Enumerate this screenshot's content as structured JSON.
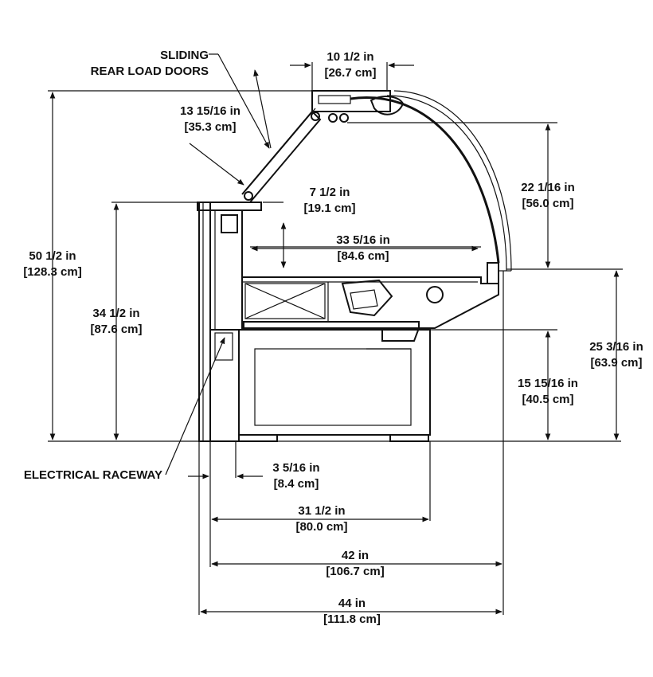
{
  "title": "",
  "labels": {
    "sliding": "SLIDING",
    "rear_load_doors": "REAR LOAD DOORS",
    "electrical_raceway": "ELECTRICAL RACEWAY"
  },
  "dimensions": {
    "top_width": {
      "in": "10 1/2 in",
      "cm": "[26.7 cm]"
    },
    "door_length": {
      "in": "13 15/16 in",
      "cm": "[35.3 cm]"
    },
    "total_height": {
      "in": "50 1/2 in",
      "cm": "[128.3 cm]"
    },
    "deck_height": {
      "in": "34 1/2 in",
      "cm": "[87.6 cm]"
    },
    "shelf_drop": {
      "in": "7 1/2 in",
      "cm": "[19.1 cm]"
    },
    "glass_height": {
      "in": "22 1/16 in",
      "cm": "[56.0 cm]"
    },
    "interior_depth": {
      "in": "33 5/16 in",
      "cm": "[84.6 cm]"
    },
    "front_height": {
      "in": "25 3/16 in",
      "cm": "[63.9 cm]"
    },
    "lower_height": {
      "in": "15 15/16 in",
      "cm": "[40.5 cm]"
    },
    "rear_offset": {
      "in": "3 5/16 in",
      "cm": "[8.4 cm]"
    },
    "base_depth": {
      "in": "31 1/2 in",
      "cm": "[80.0 cm]"
    },
    "case_depth": {
      "in": "42 in",
      "cm": "[106.7 cm]"
    },
    "overall_depth": {
      "in": "44 in",
      "cm": "[111.8 cm]"
    }
  }
}
